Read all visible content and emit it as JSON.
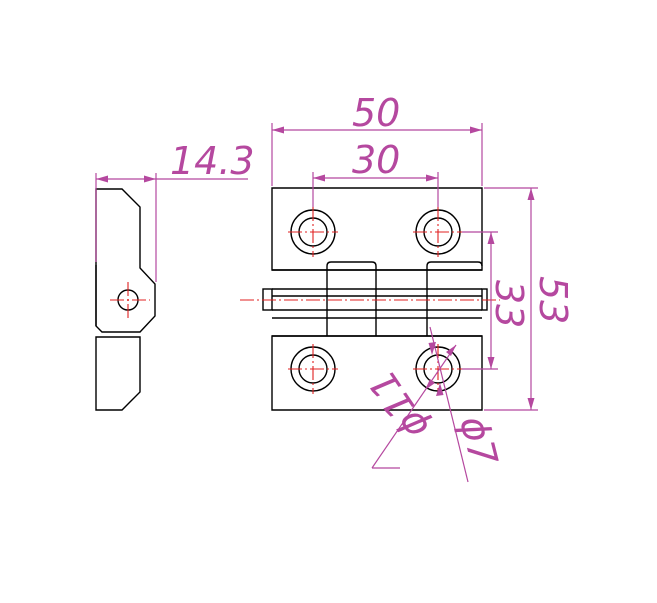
{
  "colors": {
    "object_line": "#000000",
    "dimension": "#b5489f",
    "centerline": "#e02020",
    "background": "#ffffff"
  },
  "dimensions": {
    "overall_width": "50",
    "hole_spacing_x": "30",
    "side_thickness": "14.3",
    "overall_height": "53",
    "hole_spacing_y": "33",
    "counterbore_diameter": "ϕ11",
    "hole_diameter": "ϕ7"
  }
}
